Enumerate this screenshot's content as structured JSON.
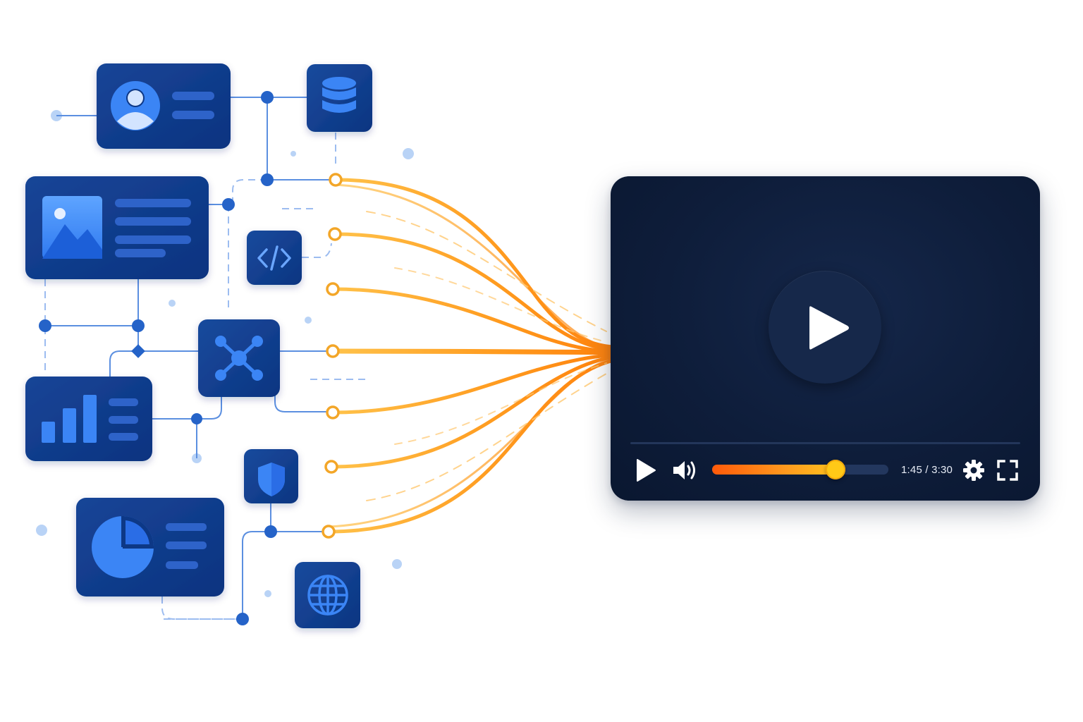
{
  "player": {
    "current_time": "1:45",
    "separator": " / ",
    "total_time": "3:30",
    "progress": 0.7,
    "colors": {
      "progress_start": "#ff5a0a",
      "progress_end": "#ffc21e",
      "knob": "#ffc917",
      "background": "#0e1d3a"
    }
  },
  "icons": {
    "tiles": [
      "database-icon",
      "code-icon",
      "network-icon",
      "shield-icon",
      "globe-icon"
    ],
    "cards": [
      "user-profile-icon",
      "image-icon",
      "bar-chart-icon",
      "pie-chart-icon"
    ],
    "player_controls": [
      "play-icon",
      "volume-icon",
      "settings-icon",
      "fullscreen-icon"
    ]
  },
  "colors": {
    "card_blue": "#0f3a8c",
    "accent_blue": "#2f76ee",
    "flow_orange": "#ff8a12",
    "flow_yellow": "#ffc24a"
  }
}
